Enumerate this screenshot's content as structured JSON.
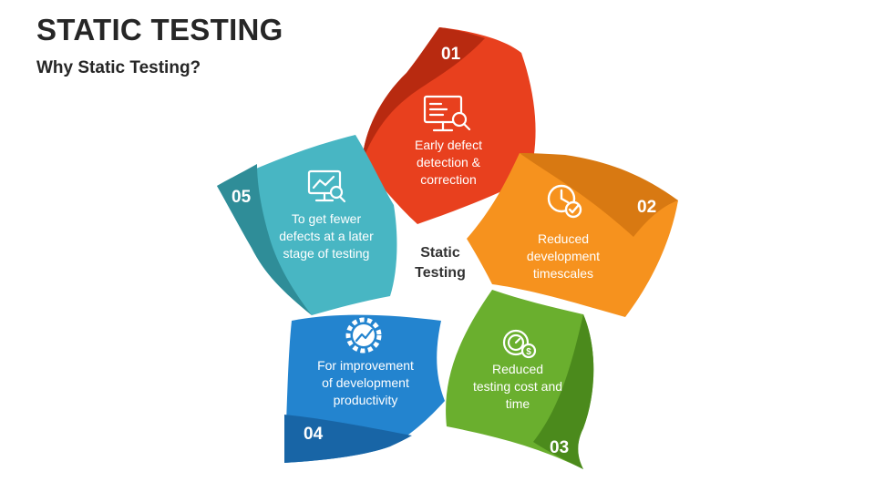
{
  "title": "STATIC TESTING",
  "subtitle": "Why Static Testing?",
  "center": {
    "line1": "Static",
    "line2": "Testing"
  },
  "petals": [
    {
      "number": "01",
      "color": "#e8401e",
      "dark": "#b82a10",
      "icon": "monitor-search-icon",
      "lines": [
        "Early defect",
        "detection &",
        "correction"
      ]
    },
    {
      "number": "02",
      "color": "#f6921e",
      "dark": "#c86f0c",
      "icon": "clock-check-icon",
      "lines": [
        "Reduced",
        "development",
        "timescales"
      ]
    },
    {
      "number": "03",
      "color": "#6aaf2e",
      "dark": "#4b8a1c",
      "icon": "stopwatch-dollar-icon",
      "lines": [
        "Reduced",
        "testing cost and",
        "time"
      ]
    },
    {
      "number": "04",
      "color": "#2384cf",
      "dark": "#1865a6",
      "icon": "gear-trend-icon",
      "lines": [
        "For improvement",
        "of development",
        "productivity"
      ]
    },
    {
      "number": "05",
      "color": "#48b6c3",
      "dark": "#2f8d98",
      "icon": "chart-search-icon",
      "lines": [
        "To get fewer",
        "defects at a later",
        "stage of testing"
      ]
    }
  ]
}
